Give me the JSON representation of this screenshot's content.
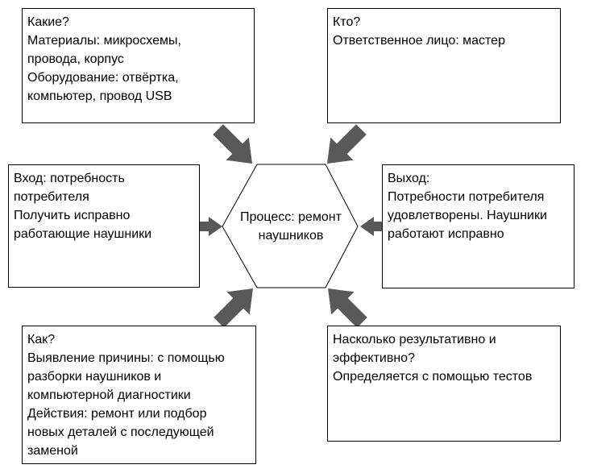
{
  "colors": {
    "arrow": "#595959",
    "border": "#000000",
    "background": "#ffffff"
  },
  "process": {
    "line1": "Процесс: ремонт",
    "line2": "наушников"
  },
  "what": {
    "title": "Какие?",
    "lines": [
      "Материалы: микросхемы,",
      "провода, корпус",
      "Оборудование: отвёртка,",
      "компьютер, провод USB"
    ]
  },
  "who": {
    "title": "Кто?",
    "lines": [
      "Ответственное лицо: мастер"
    ]
  },
  "input": {
    "lines": [
      "Вход: потребность",
      "потребителя",
      "Получить исправно",
      "работающие наушники"
    ]
  },
  "output": {
    "lines": [
      "Выход:",
      "Потребности потребителя",
      "удовлетворены. Наушники",
      "работают исправно"
    ]
  },
  "how": {
    "title": "Как?",
    "lines": [
      "Выявление причины: с помощью",
      "разборки наушников и",
      "компьютерной диагностики",
      "Действия: ремонт или подбор",
      "новых деталей с последующей",
      "заменой"
    ]
  },
  "effectiveness": {
    "lines": [
      "Насколько результативно и",
      "эффективно?",
      "Определяется с помощью тестов"
    ]
  }
}
